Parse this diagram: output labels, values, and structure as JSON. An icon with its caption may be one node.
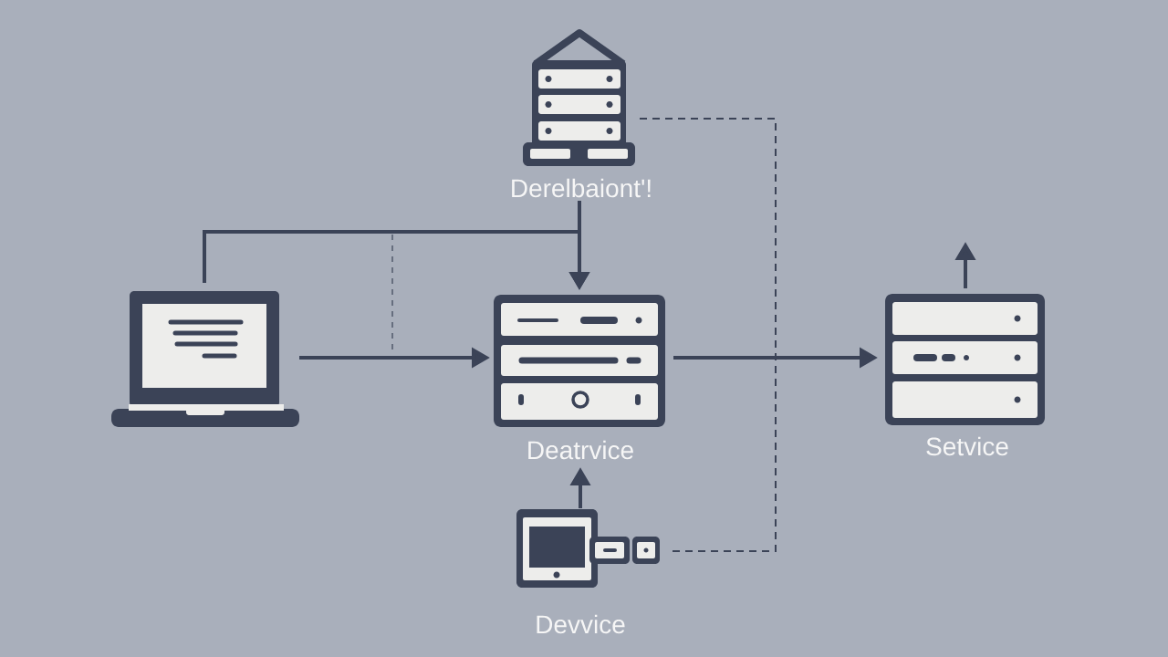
{
  "diagram": {
    "nodes": [
      {
        "text": [
          "Derelbaiont'!"
        ]
      },
      {
        "text": [],
        "shape": "picture"
      },
      {
        "text": [
          "Deatrvice"
        ]
      },
      {
        "text": [
          "Setvice"
        ]
      },
      {
        "text": [
          "Devvice"
        ]
      }
    ],
    "edges": [
      {
        "from": 0,
        "to": 2,
        "arrow": "to"
      },
      {
        "from": 1,
        "to": 2,
        "arrow": "to"
      },
      {
        "from": 1,
        "to": 2,
        "arrow": "to"
      },
      {
        "from": 2,
        "to": 3,
        "arrow": "to"
      },
      {
        "from": 3,
        "to": null,
        "arrow": "to"
      },
      {
        "from": 4,
        "to": 2,
        "arrow": "to"
      },
      {
        "from": 4,
        "to": 0,
        "arrow": "none",
        "style": "dashed"
      }
    ]
  }
}
